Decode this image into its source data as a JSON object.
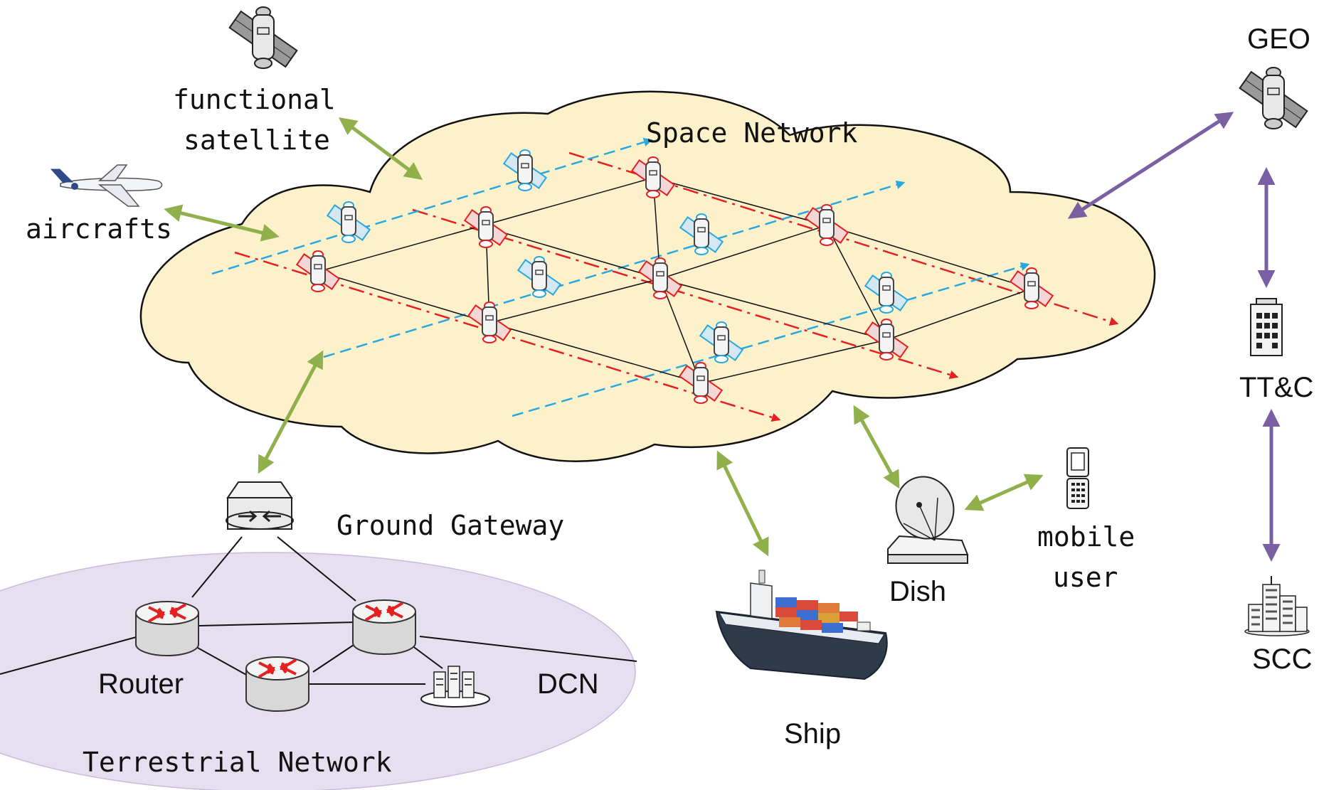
{
  "labels": {
    "space_network": "Space Network",
    "functional_satellite_line1": "functional",
    "functional_satellite_line2": "satellite",
    "aircrafts": "aircrafts",
    "geo": "GEO",
    "ttc": "TT&C",
    "scc": "SCC",
    "ground_gateway": "Ground Gateway",
    "router": "Router",
    "dcn": "DCN",
    "terrestrial_network": "Terrestrial Network",
    "ship": "Ship",
    "dish": "Dish",
    "mobile_user_line1": "mobile",
    "mobile_user_line2": "user"
  },
  "colors": {
    "cloud_fill": "#fdf1cc",
    "terrestrial_fill": "#e6dff0",
    "green_link": "#8fb04a",
    "purple_link": "#7b5fa3",
    "red_orbit": "#e52020",
    "blue_orbit": "#29a8e0"
  }
}
